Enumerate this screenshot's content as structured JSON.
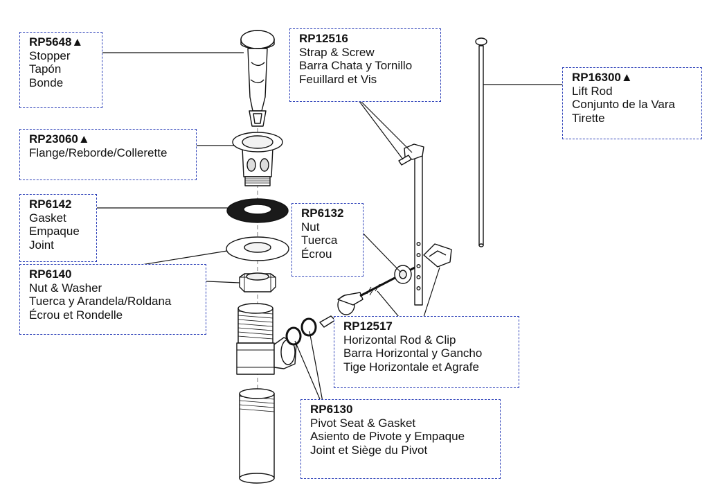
{
  "colors": {
    "outline": "#2b3fb8",
    "line": "#111111",
    "part_fill": "#ffffff",
    "gasket": "#1a1a1a"
  },
  "callouts": {
    "rp5648": {
      "code": "RP5648▲",
      "lines": [
        "Stopper",
        "Tapón",
        "Bonde"
      ]
    },
    "rp23060": {
      "code": "RP23060▲",
      "lines": [
        "Flange/Reborde/Collerette"
      ]
    },
    "rp6142": {
      "code": "RP6142",
      "lines": [
        "Gasket",
        "Empaque",
        "Joint"
      ]
    },
    "rp6140": {
      "code": "RP6140",
      "lines": [
        "Nut & Washer",
        "Tuerca y Arandela/Roldana",
        "Écrou et Rondelle"
      ]
    },
    "rp12516": {
      "code": "RP12516",
      "lines": [
        "Strap & Screw",
        "Barra Chata y Tornillo",
        "Feuillard et Vis"
      ]
    },
    "rp6132": {
      "code": "RP6132",
      "lines": [
        "Nut",
        "Tuerca",
        "Écrou"
      ]
    },
    "rp16300": {
      "code": "RP16300▲",
      "lines": [
        "Lift Rod",
        "Conjunto de la Vara",
        "Tirette"
      ]
    },
    "rp12517": {
      "code": "RP12517",
      "lines": [
        "Horizontal Rod & Clip",
        "Barra Horizontal y Gancho",
        "Tige Horizontale et Agrafe"
      ]
    },
    "rp6130": {
      "code": "RP6130",
      "lines": [
        "Pivot Seat & Gasket",
        "Asiento de Pivote y Empaque",
        "Joint et Siège du Pivot"
      ]
    }
  }
}
